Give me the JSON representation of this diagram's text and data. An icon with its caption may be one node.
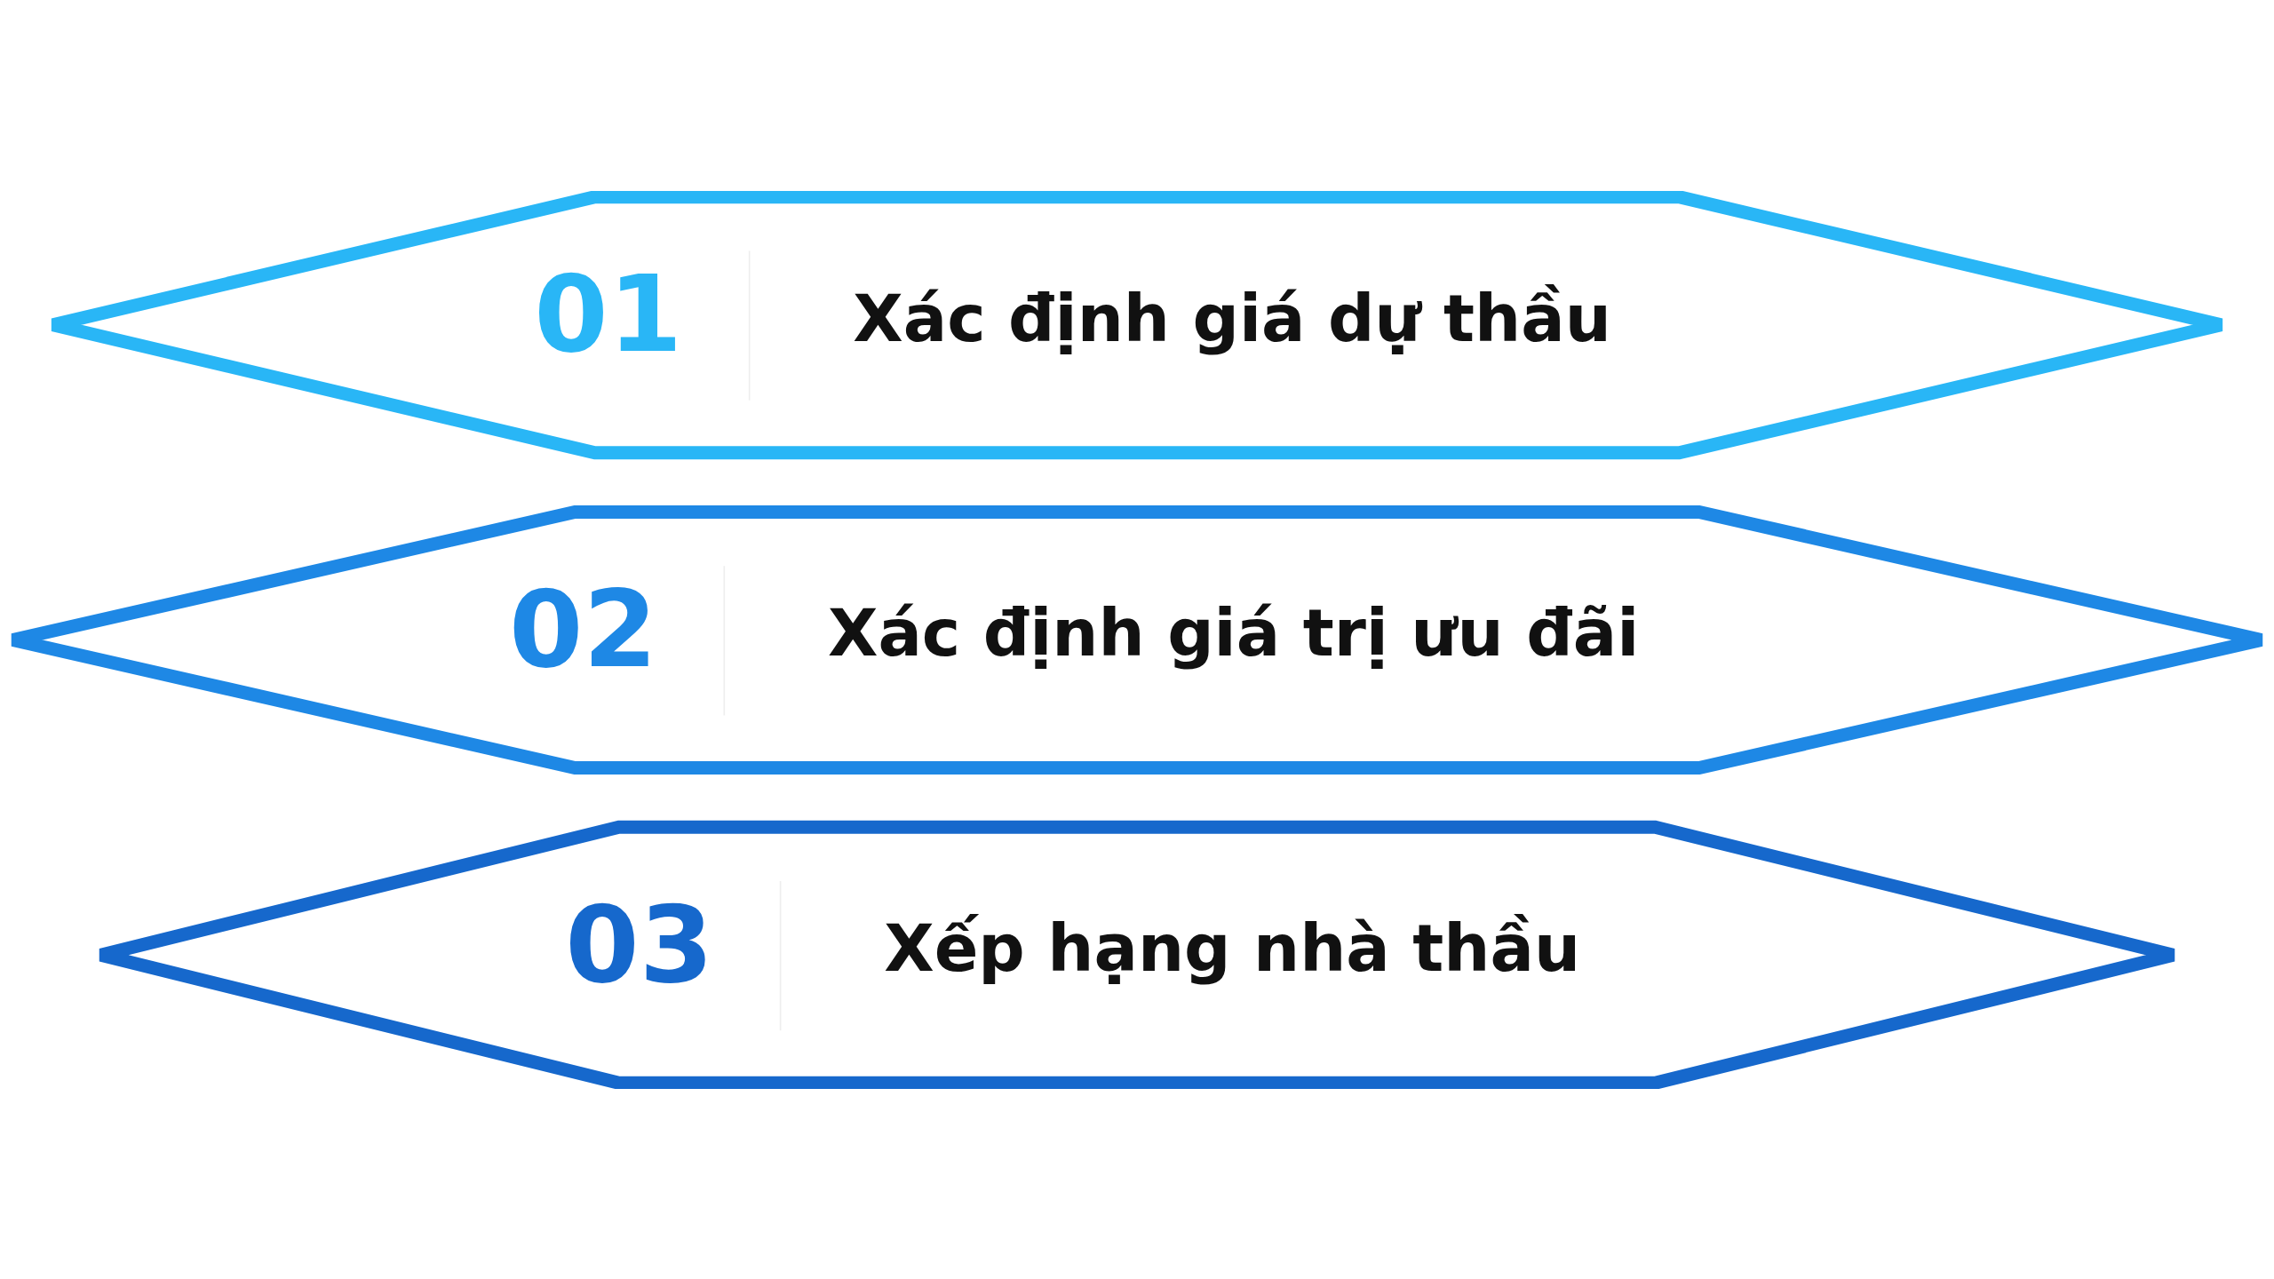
{
  "diagram": {
    "nodes": [
      {
        "text": [
          "01",
          "Xác định giá dự thầu"
        ]
      },
      {
        "text": [
          "02",
          "Xác định giá trị ưu đãi"
        ]
      },
      {
        "text": [
          "03",
          "Xếp hạng nhà thầu"
        ]
      }
    ]
  }
}
